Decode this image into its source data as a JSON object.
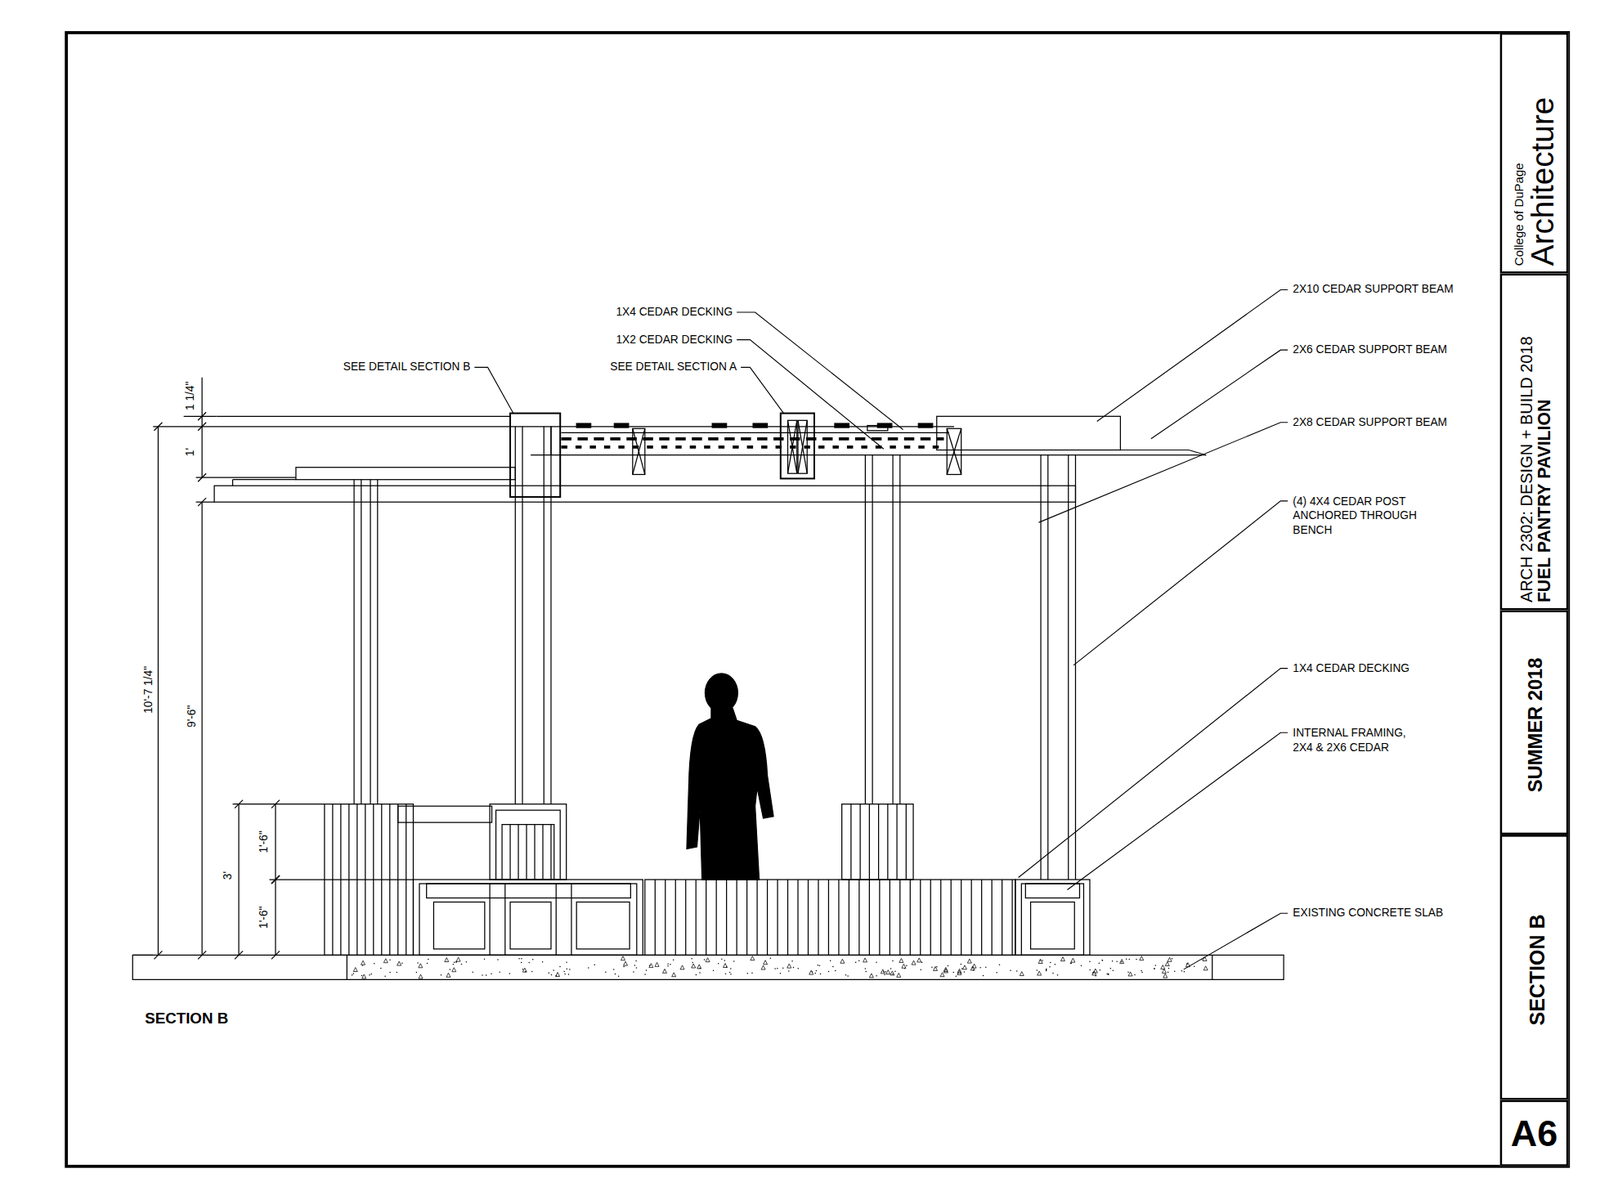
{
  "diagram": {
    "title": "SECTION B",
    "nodes": [
      {
        "text": [
          "College of DuPage",
          "Architecture"
        ]
      },
      {
        "text": [
          "ARCH 2302: DESIGN + BUILD 2018",
          "FUEL PANTRY PAVILION"
        ]
      },
      {
        "text": [
          "SUMMER 2018"
        ]
      },
      {
        "text": [
          "SECTION B"
        ]
      },
      {
        "text": [
          "A6"
        ]
      }
    ],
    "labels": [
      "1X4 CEDAR DECKING",
      "1X2 CEDAR DECKING",
      "SEE DETAIL SECTION B",
      "SEE DETAIL SECTION A",
      "2X10 CEDAR SUPPORT BEAM",
      "2X6 CEDAR SUPPORT BEAM",
      "2X8 CEDAR SUPPORT BEAM",
      "(4) 4X4 CEDAR POST ANCHORED THROUGH BENCH",
      "1X4 CEDAR DECKING",
      "INTERNAL FRAMING, 2X4 & 2X6 CEDAR",
      "EXISTING CONCRETE SLAB",
      "1 1/4\"",
      "1'",
      "10'-7 1/4\"",
      "9'-6\"",
      "3'",
      "1'-6\"",
      "1'-6\""
    ]
  }
}
